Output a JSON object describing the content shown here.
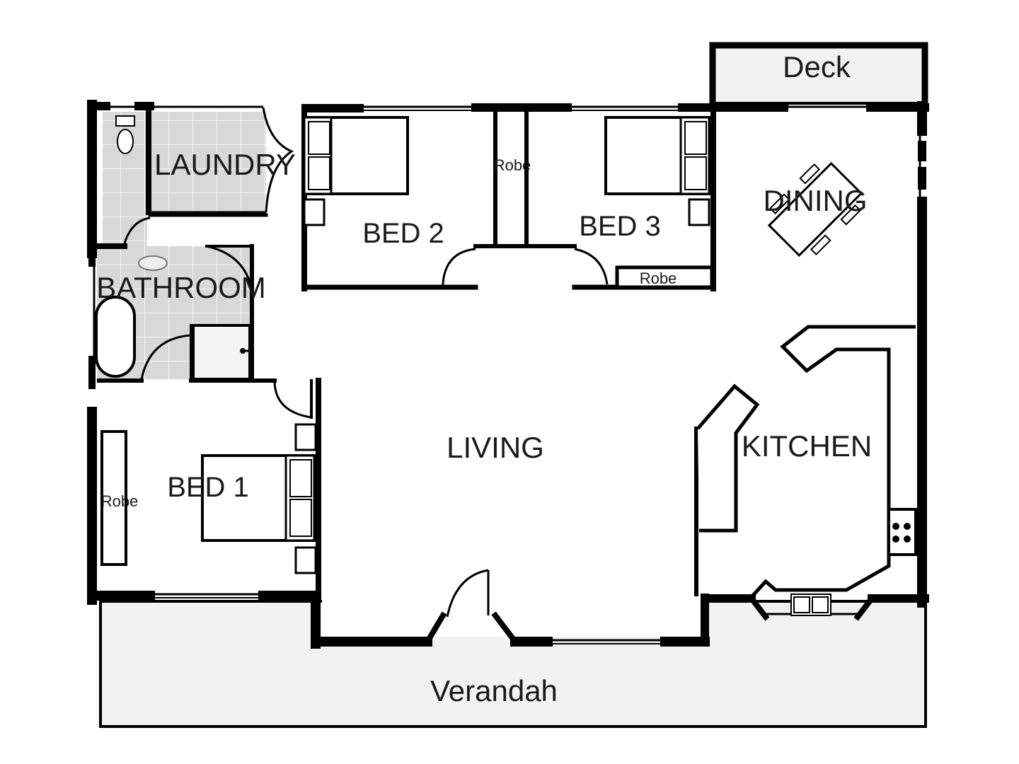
{
  "plan": {
    "rooms": {
      "deck": "Deck",
      "laundry": "LAUNDRY",
      "bathroom": "BATHROOM",
      "bed1": "BED 1",
      "bed2": "BED 2",
      "bed3": "BED 3",
      "dining": "DINING",
      "living": "LIVING",
      "kitchen": "KITCHEN",
      "verandah": "Verandah"
    },
    "robes": {
      "bed1": "Robe",
      "bed2": "Robe",
      "bed3": "Robe"
    },
    "colors": {
      "wall": "#000000",
      "wet_area_tile": "#d8d8d8",
      "outdoor": "#f2f2f2"
    }
  }
}
